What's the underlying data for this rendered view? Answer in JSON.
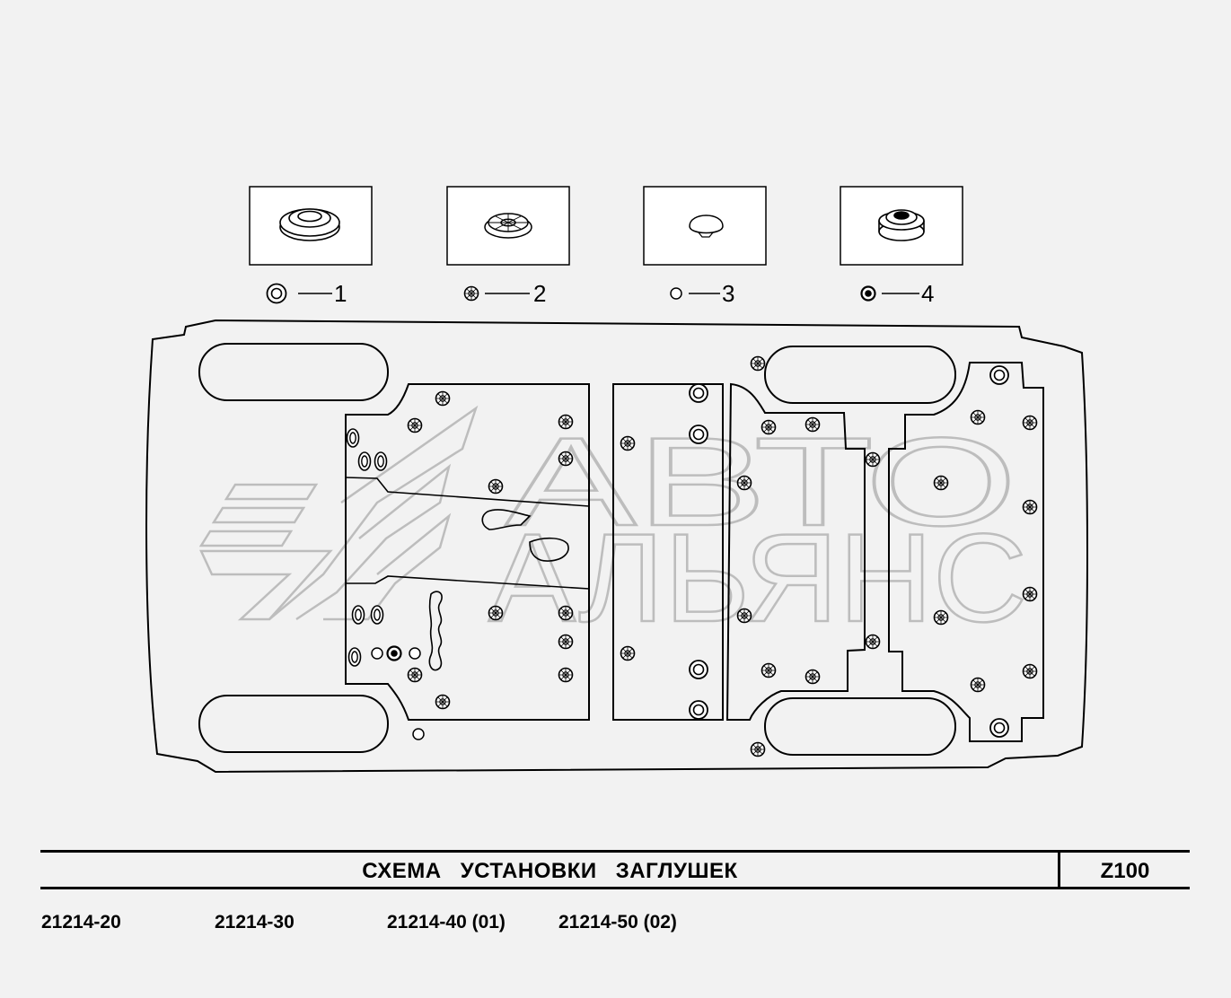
{
  "legend": {
    "items": [
      {
        "number": "1",
        "icon": "ring-plug-icon"
      },
      {
        "number": "2",
        "icon": "vented-plug-icon"
      },
      {
        "number": "3",
        "icon": "blank-cap-icon"
      },
      {
        "number": "4",
        "icon": "filled-plug-icon"
      }
    ]
  },
  "watermark": {
    "line1": "АВТО",
    "line2": "АЛЬЯНС"
  },
  "title": {
    "text": "СХЕМА УСТАНОВКИ ЗАГЛУШЕК",
    "code": "Z100"
  },
  "models": [
    "21214-20",
    "21214-30",
    "21214-40 (01)",
    "21214-50 (02)"
  ],
  "colors": {
    "background": "#f2f2f2",
    "line": "#000000",
    "watermark": "#bdbdbd"
  }
}
